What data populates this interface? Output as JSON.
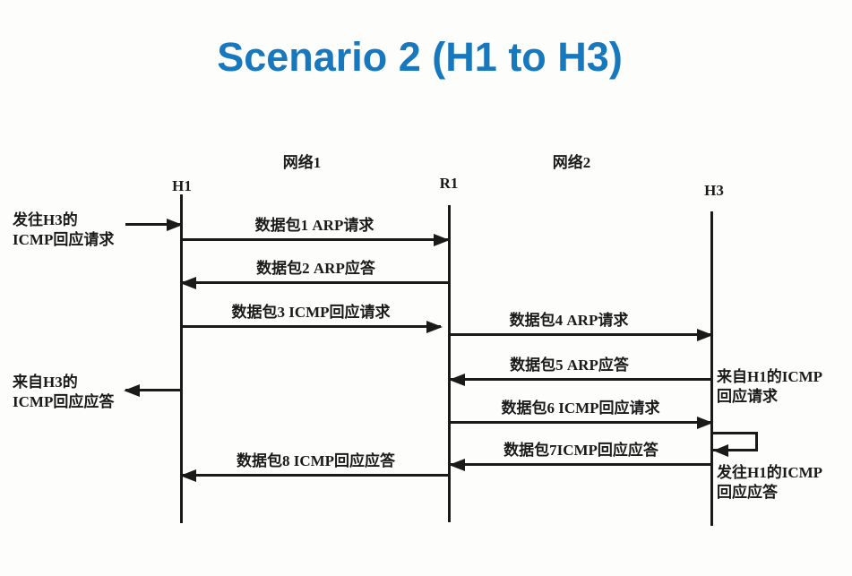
{
  "title": "Scenario 2 (H1 to H3)",
  "colors": {
    "title_blue": "#1878be",
    "ink": "#1a1a1a",
    "background": "#fdfdfc"
  },
  "diagram": {
    "network_labels": [
      {
        "label": "网络1"
      },
      {
        "label": "网络2"
      }
    ],
    "nodes": [
      {
        "label": "H1"
      },
      {
        "label": "R1"
      },
      {
        "label": "H3"
      }
    ],
    "messages": [
      {
        "label": "数据包1 ARP请求",
        "from": "H1",
        "to": "R1"
      },
      {
        "label": "数据包2 ARP应答",
        "from": "R1",
        "to": "H1"
      },
      {
        "label": "数据包3 ICMP回应请求",
        "from": "H1",
        "to": "R1"
      },
      {
        "label": "数据包4 ARP请求",
        "from": "R1",
        "to": "H3"
      },
      {
        "label": "数据包5 ARP应答",
        "from": "H3",
        "to": "R1"
      },
      {
        "label": "数据包6 ICMP回应请求",
        "from": "R1",
        "to": "H3"
      },
      {
        "label": "数据包7ICMP回应应答",
        "from": "H3",
        "to": "R1"
      },
      {
        "label": "数据包8 ICMP回应应答",
        "from": "R1",
        "to": "H1"
      }
    ],
    "side_notes": [
      {
        "line1": "发往H3的",
        "line2": "ICMP回应请求",
        "side": "left"
      },
      {
        "line1": "来自H3的",
        "line2": "ICMP回应应答",
        "side": "left"
      },
      {
        "line1": "来自H1的ICMP",
        "line2": "回应请求",
        "side": "right"
      },
      {
        "line1": "发往H1的ICMP",
        "line2": "回应应答",
        "side": "right"
      }
    ]
  }
}
